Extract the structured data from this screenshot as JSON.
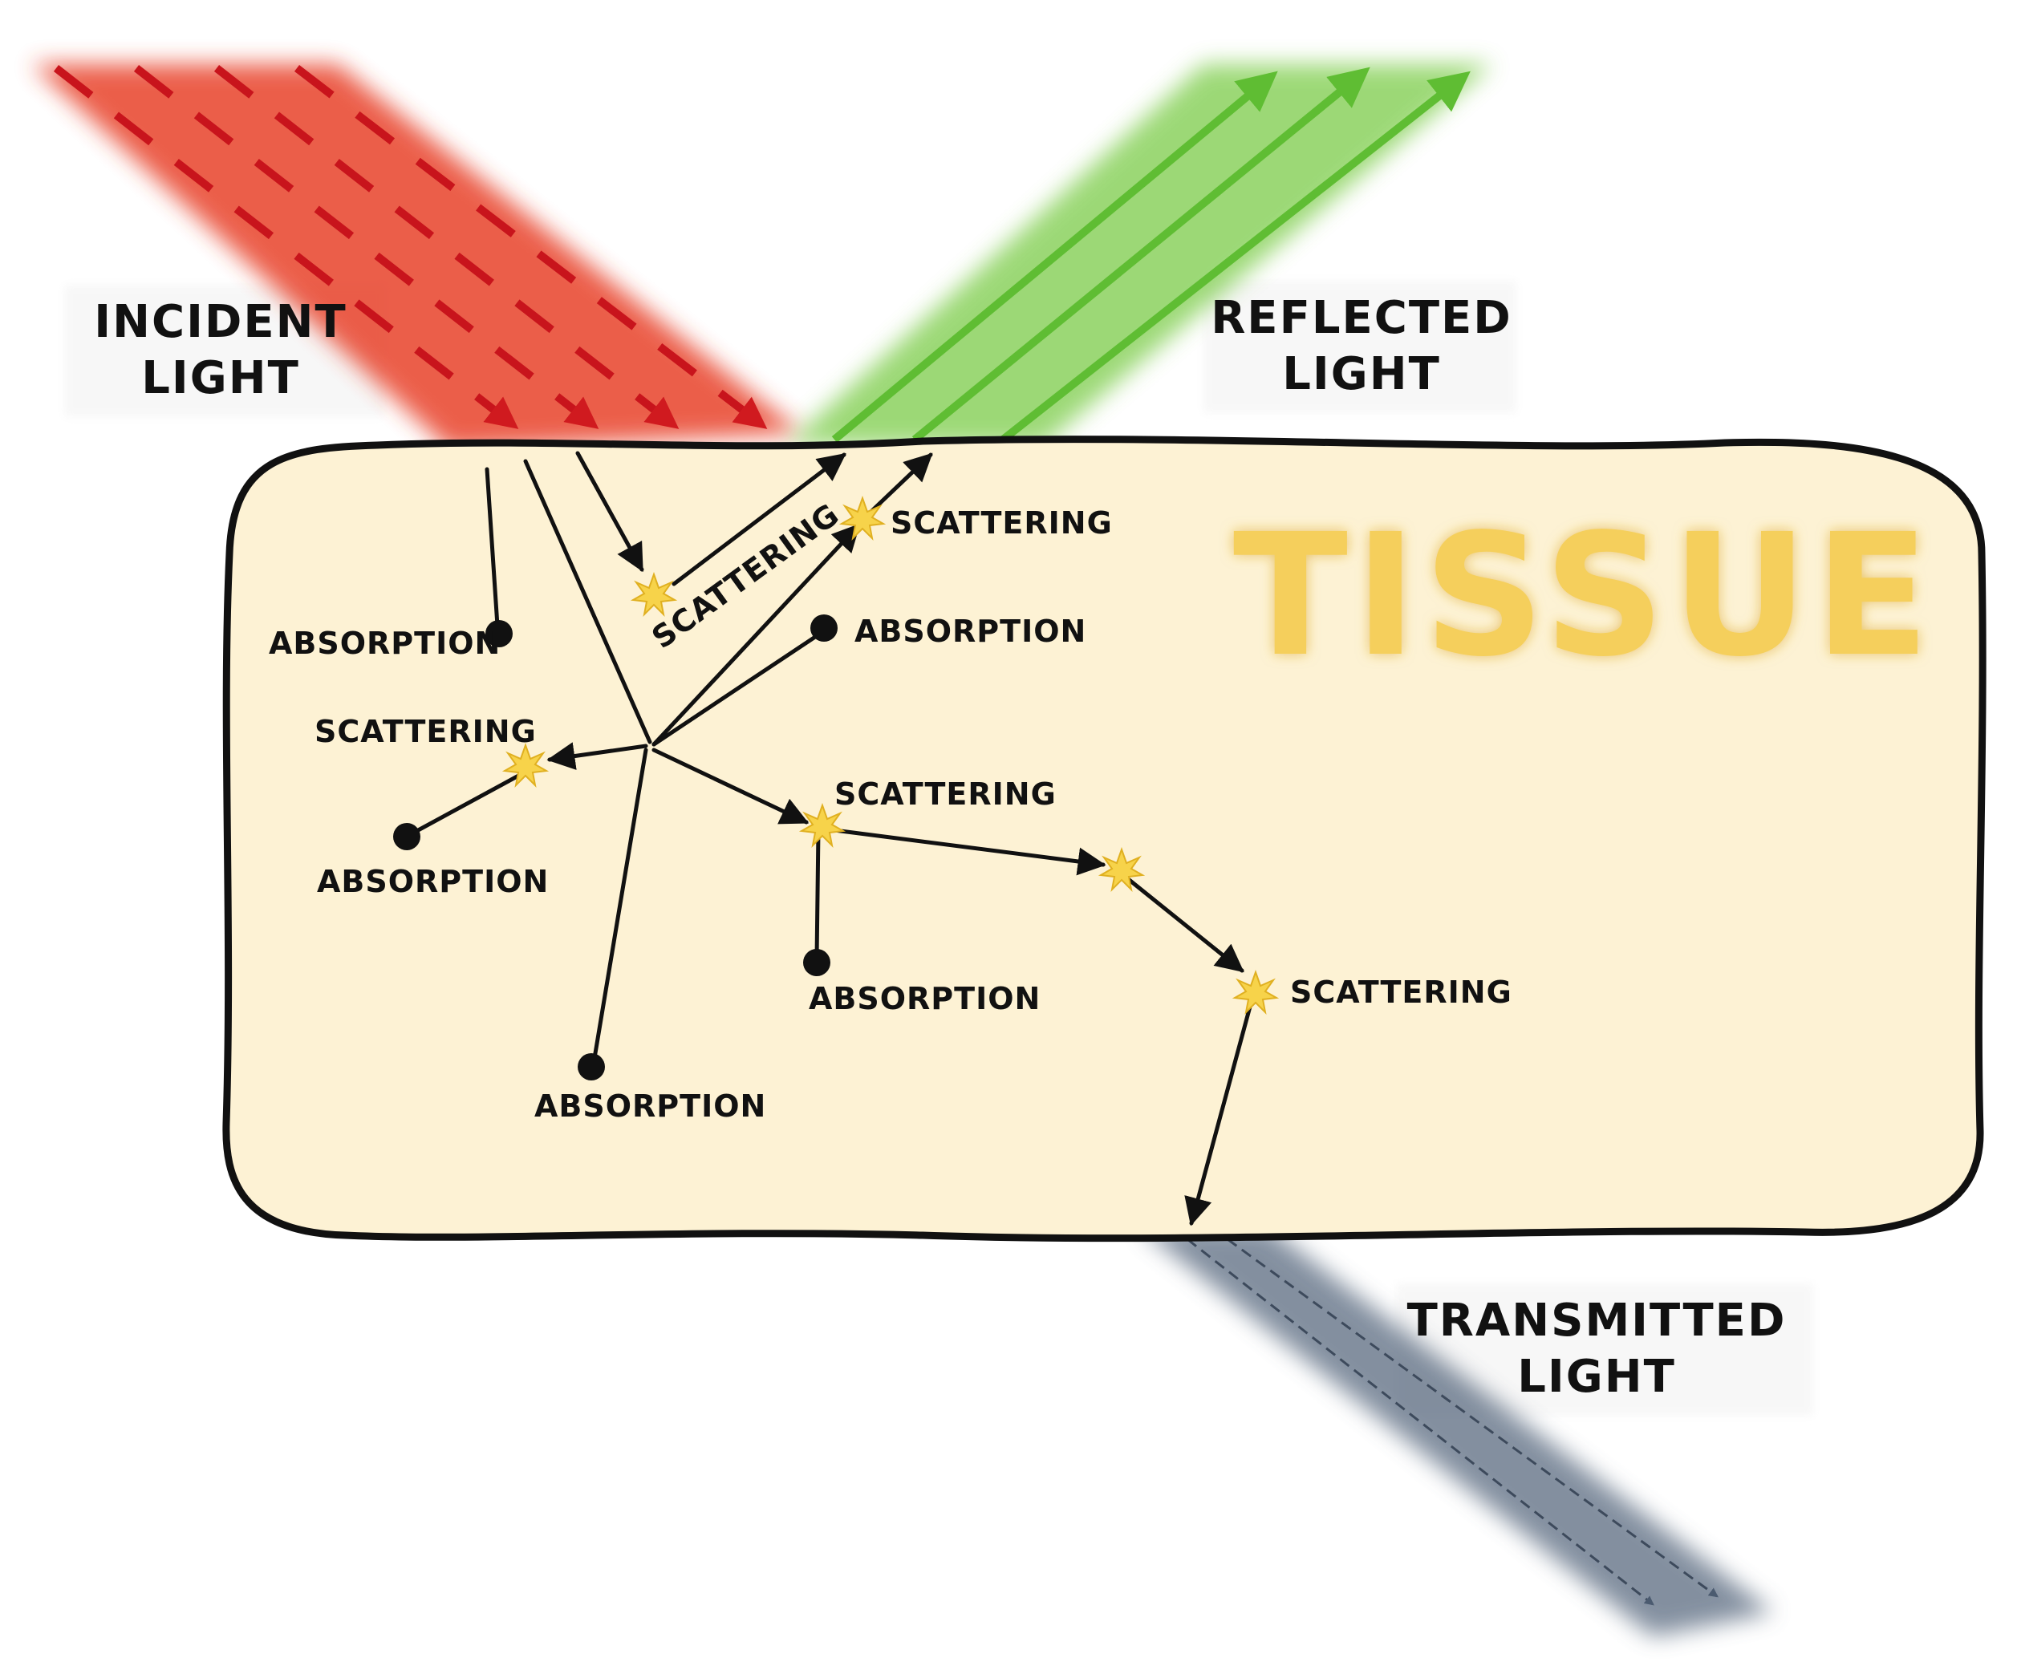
{
  "title": "TISSUE",
  "labels": {
    "incident_1": "INCIDENT",
    "incident_2": "LIGHT",
    "reflected_1": "REFLECTED",
    "reflected_2": "LIGHT",
    "transmitted_1": "TRANSMITTED",
    "transmitted_2": "LIGHT",
    "scattering": "SCATTERING",
    "absorption": "ABSORPTION"
  },
  "colors": {
    "incident": "#e8432a",
    "incident_dash": "#c8141c",
    "reflected": "#7ccc4a",
    "transmitted": "#5a6b80",
    "tissue_fill": "#fdf2d4",
    "tissue_text": "#f5cf5c",
    "scatter_star": "#f7d34a"
  }
}
